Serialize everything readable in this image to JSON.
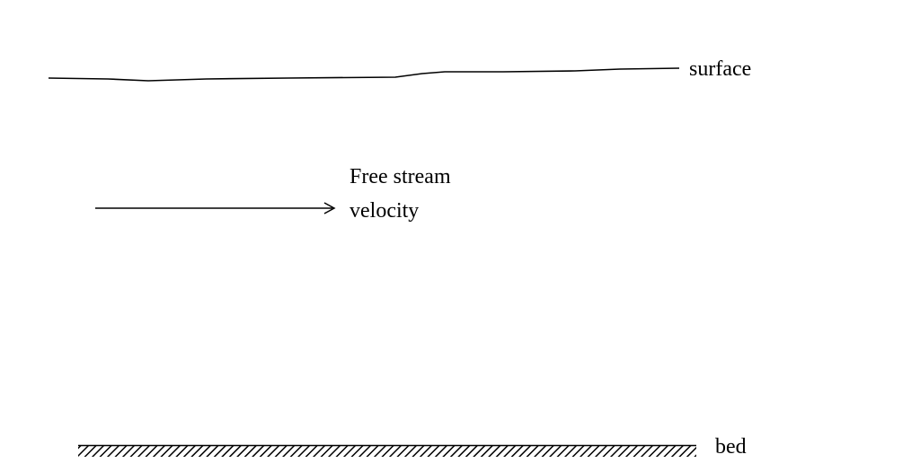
{
  "diagram": {
    "title": "",
    "surface": {
      "label": "surface"
    },
    "flow": {
      "label_line1": "Free stream",
      "label_line2": "velocity",
      "direction": "right"
    },
    "bed": {
      "label": "bed",
      "style": "hatched"
    },
    "colors": {
      "ink": "#000000",
      "background": "#ffffff"
    }
  }
}
